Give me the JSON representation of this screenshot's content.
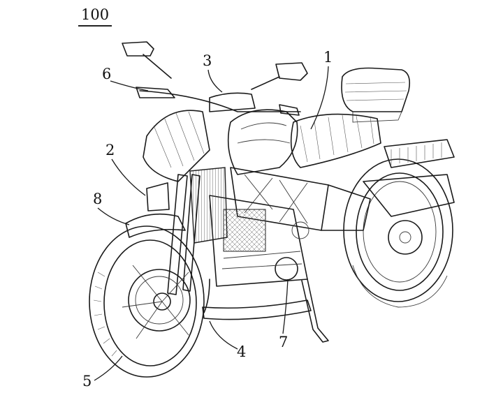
{
  "figure": {
    "number": "100",
    "labels": [
      "1",
      "2",
      "3",
      "4",
      "5",
      "6",
      "7",
      "8"
    ]
  }
}
